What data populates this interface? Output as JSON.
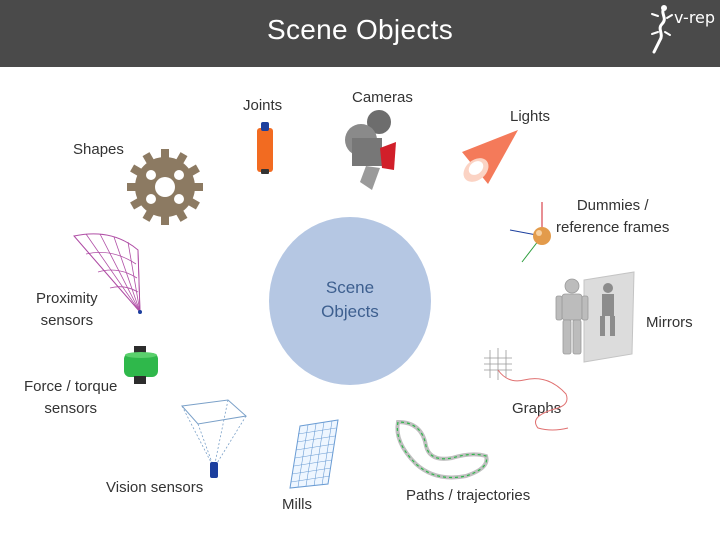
{
  "header": {
    "title": "Scene Objects",
    "logo_text": "v-rep"
  },
  "center": {
    "line1": "Scene",
    "line2": "Objects"
  },
  "items": {
    "joints": {
      "label": "Joints"
    },
    "cameras": {
      "label": "Cameras"
    },
    "lights": {
      "label": "Lights"
    },
    "shapes": {
      "label": "Shapes"
    },
    "dummies": {
      "line1": "Dummies /",
      "line2": "reference frames"
    },
    "proximity": {
      "line1": "Proximity",
      "line2": "sensors"
    },
    "mirrors": {
      "label": "Mirrors"
    },
    "force": {
      "line1": "Force / torque",
      "line2": "sensors"
    },
    "graphs": {
      "label": "Graphs"
    },
    "vision": {
      "label": "Vision sensors"
    },
    "mills": {
      "label": "Mills"
    },
    "paths": {
      "label": "Paths / trajectories"
    }
  },
  "colors": {
    "header_bg": "#4a4a4a",
    "center_circle": "#b5c7e3",
    "center_text": "#3d5f8f",
    "label_text": "#333333"
  }
}
